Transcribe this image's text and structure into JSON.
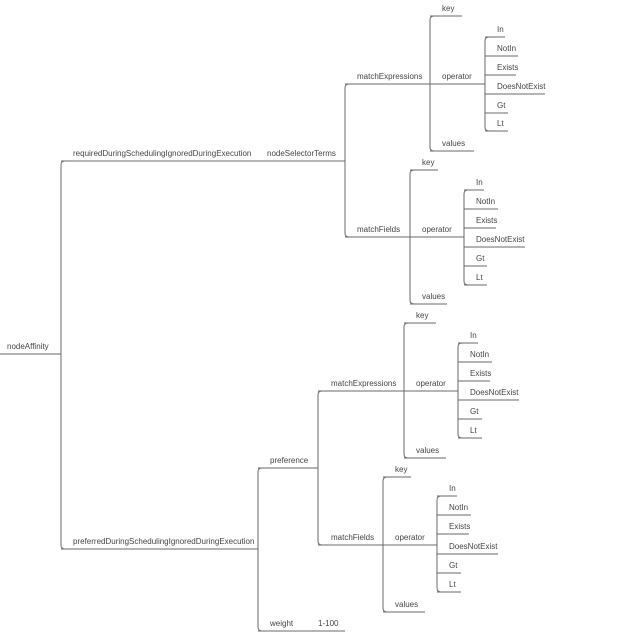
{
  "root": "nodeAffinity",
  "required": {
    "label": "requiredDuringSchedulingIgnoredDuringExecution",
    "nodeSelectorTerms": {
      "label": "nodeSelectorTerms",
      "matchExpressions": {
        "label": "matchExpressions",
        "key": "key",
        "operator": "operator",
        "values": "values",
        "operators": [
          "In",
          "NotIn",
          "Exists",
          "DoesNotExist",
          "Gt",
          "Lt"
        ]
      },
      "matchFields": {
        "label": "matchFields",
        "key": "key",
        "operator": "operator",
        "values": "values",
        "operators": [
          "In",
          "NotIn",
          "Exists",
          "DoesNotExist",
          "Gt",
          "Lt"
        ]
      }
    }
  },
  "preferred": {
    "label": "preferredDuringSchedulingIgnoredDuringExecution",
    "preference": {
      "label": "preference",
      "matchExpressions": {
        "label": "matchExpressions",
        "key": "key",
        "operator": "operator",
        "values": "values",
        "operators": [
          "In",
          "NotIn",
          "Exists",
          "DoesNotExist",
          "Gt",
          "Lt"
        ]
      },
      "matchFields": {
        "label": "matchFields",
        "key": "key",
        "operator": "operator",
        "values": "values",
        "operators": [
          "In",
          "NotIn",
          "Exists",
          "DoesNotExist",
          "Gt",
          "Lt"
        ]
      }
    },
    "weight": {
      "label": "weight",
      "range": "1-100"
    }
  }
}
